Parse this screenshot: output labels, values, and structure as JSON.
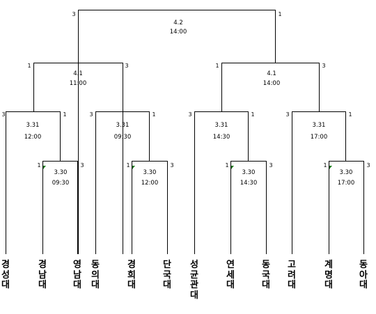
{
  "final": {
    "date": "4.2",
    "time": "14:00",
    "score_left": "3",
    "score_right": "1"
  },
  "semifinals": [
    {
      "date": "4.1",
      "time": "11:00",
      "score_left": "1",
      "score_right": "3"
    },
    {
      "date": "4.1",
      "time": "14:00",
      "score_left": "1",
      "score_right": "3"
    }
  ],
  "quarterfinals": [
    {
      "date": "3.31",
      "time": "12:00",
      "score_left": "3",
      "score_right": "1"
    },
    {
      "date": "3.31",
      "time": "09:30",
      "score_left": "3",
      "score_right": "1"
    },
    {
      "date": "3.31",
      "time": "14:30",
      "score_left": "3",
      "score_right": "1"
    },
    {
      "date": "3.31",
      "time": "17:00",
      "score_left": "3",
      "score_right": "1"
    }
  ],
  "first_round": [
    {
      "date": "3.30",
      "time": "09:30",
      "score_left": "1",
      "score_right": "3"
    },
    {
      "date": "3.30",
      "time": "12:00",
      "score_left": "1",
      "score_right": "3"
    },
    {
      "date": "3.30",
      "time": "14:30",
      "score_left": "1",
      "score_right": "3"
    },
    {
      "date": "3.30",
      "time": "17:00",
      "score_left": "1",
      "score_right": "3"
    }
  ],
  "teams": [
    {
      "name": "경성대"
    },
    {
      "name": "경남대"
    },
    {
      "name": "영남대"
    },
    {
      "name": "동의대"
    },
    {
      "name": "경희대"
    },
    {
      "name": "단국대"
    },
    {
      "name": "성균관대"
    },
    {
      "name": "연세대"
    },
    {
      "name": "동국대"
    },
    {
      "name": "고려대"
    },
    {
      "name": "계명대"
    },
    {
      "name": "동아대"
    }
  ],
  "colors": {
    "line": "#000000",
    "marker": "#1e7a1e"
  }
}
